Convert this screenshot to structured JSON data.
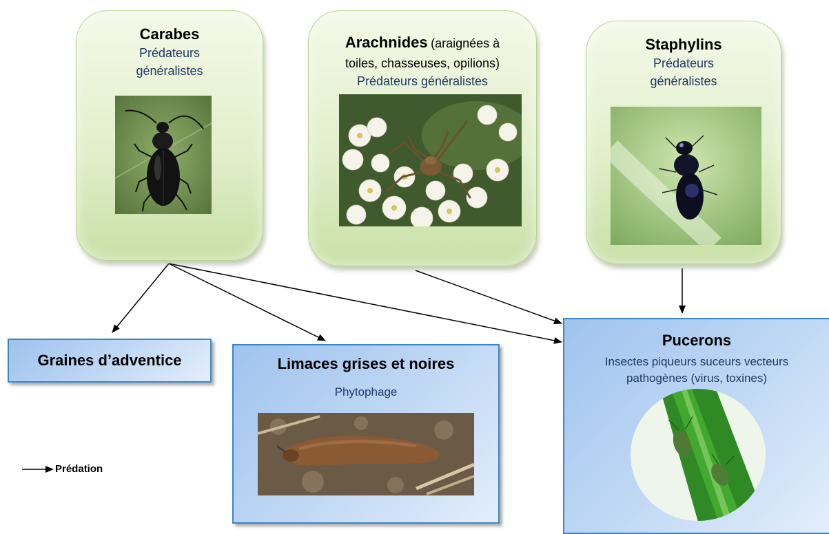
{
  "predators": {
    "carabes": {
      "title": "Carabes",
      "subtitle_line1": "Prédateurs",
      "subtitle_line2": "généralistes"
    },
    "arachnides": {
      "title": "Arachnides",
      "note_line1": "(araignées à",
      "note_line2": "toiles, chasseuses, opilions)",
      "subtitle": "Prédateurs généralistes"
    },
    "staphylins": {
      "title": "Staphylins",
      "subtitle_line1": "Prédateurs",
      "subtitle_line2": "généralistes"
    }
  },
  "prey": {
    "graines": {
      "title": "Graines d’adventice"
    },
    "limaces": {
      "title": "Limaces grises et noires",
      "subtitle": "Phytophage"
    },
    "pucerons": {
      "title": "Pucerons",
      "subtitle_line1": "Insectes piqueurs suceurs vecteurs",
      "subtitle_line2": "pathogènes (virus, toxines)"
    }
  },
  "legend": {
    "label": "Prédation",
    "icon": "arrow-right-icon"
  },
  "colors": {
    "predator_fill": "#e2efcc",
    "prey_fill": "#c2d9f5",
    "prey_border": "#3d86c6",
    "subtitle_text": "#1f3864"
  }
}
